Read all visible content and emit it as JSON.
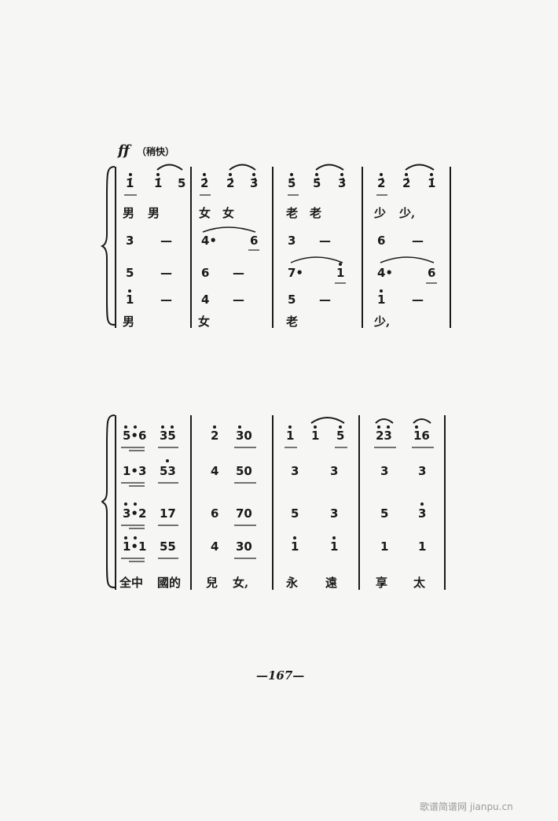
{
  "header": {
    "dynamic": "ff",
    "tempo": "（稍快）"
  },
  "system1": {
    "rows": [
      [
        "1̇",
        "1̇",
        "5",
        "2̇",
        "2̇",
        "3̇",
        "5̇",
        "5̇",
        "3̇",
        "2̇",
        "2̇",
        "1̇"
      ],
      [
        "男",
        "男",
        "",
        "女",
        "女",
        "",
        "老",
        "老",
        "",
        "少",
        "少,",
        ""
      ],
      [
        "3",
        "—",
        "",
        "4•",
        "",
        "6",
        "3",
        "—",
        "",
        "6",
        "—",
        ""
      ],
      [
        "5",
        "—",
        "",
        "6",
        "—",
        "",
        "7•",
        "",
        "1",
        "4•",
        "",
        "6"
      ],
      [
        "1",
        "—",
        "",
        "4",
        "—",
        "",
        "5",
        "—",
        "",
        "1",
        "—",
        ""
      ],
      [
        "男",
        "",
        "",
        "女",
        "",
        "",
        "老",
        "",
        "",
        "少,",
        "",
        ""
      ]
    ]
  },
  "system2": {
    "rows": [
      [
        "5•6",
        "35",
        "2",
        "30",
        "1",
        "1",
        "5",
        "23",
        "16"
      ],
      [
        "1•3",
        "53",
        "4",
        "50",
        "3",
        "3",
        "",
        "3",
        "3"
      ],
      [
        "3•2",
        "17",
        "6",
        "70",
        "5",
        "3",
        "",
        "5",
        "3"
      ],
      [
        "1•1",
        "55",
        "4",
        "30",
        "1",
        "1",
        "",
        "1",
        "1"
      ],
      [
        "全中",
        "國的",
        "兒",
        "女,",
        "永",
        "遠",
        "",
        "享",
        "太"
      ]
    ]
  },
  "footer": {
    "page_number": "—167—",
    "watermark": "歌谱简谱网 jianpu.cn"
  }
}
